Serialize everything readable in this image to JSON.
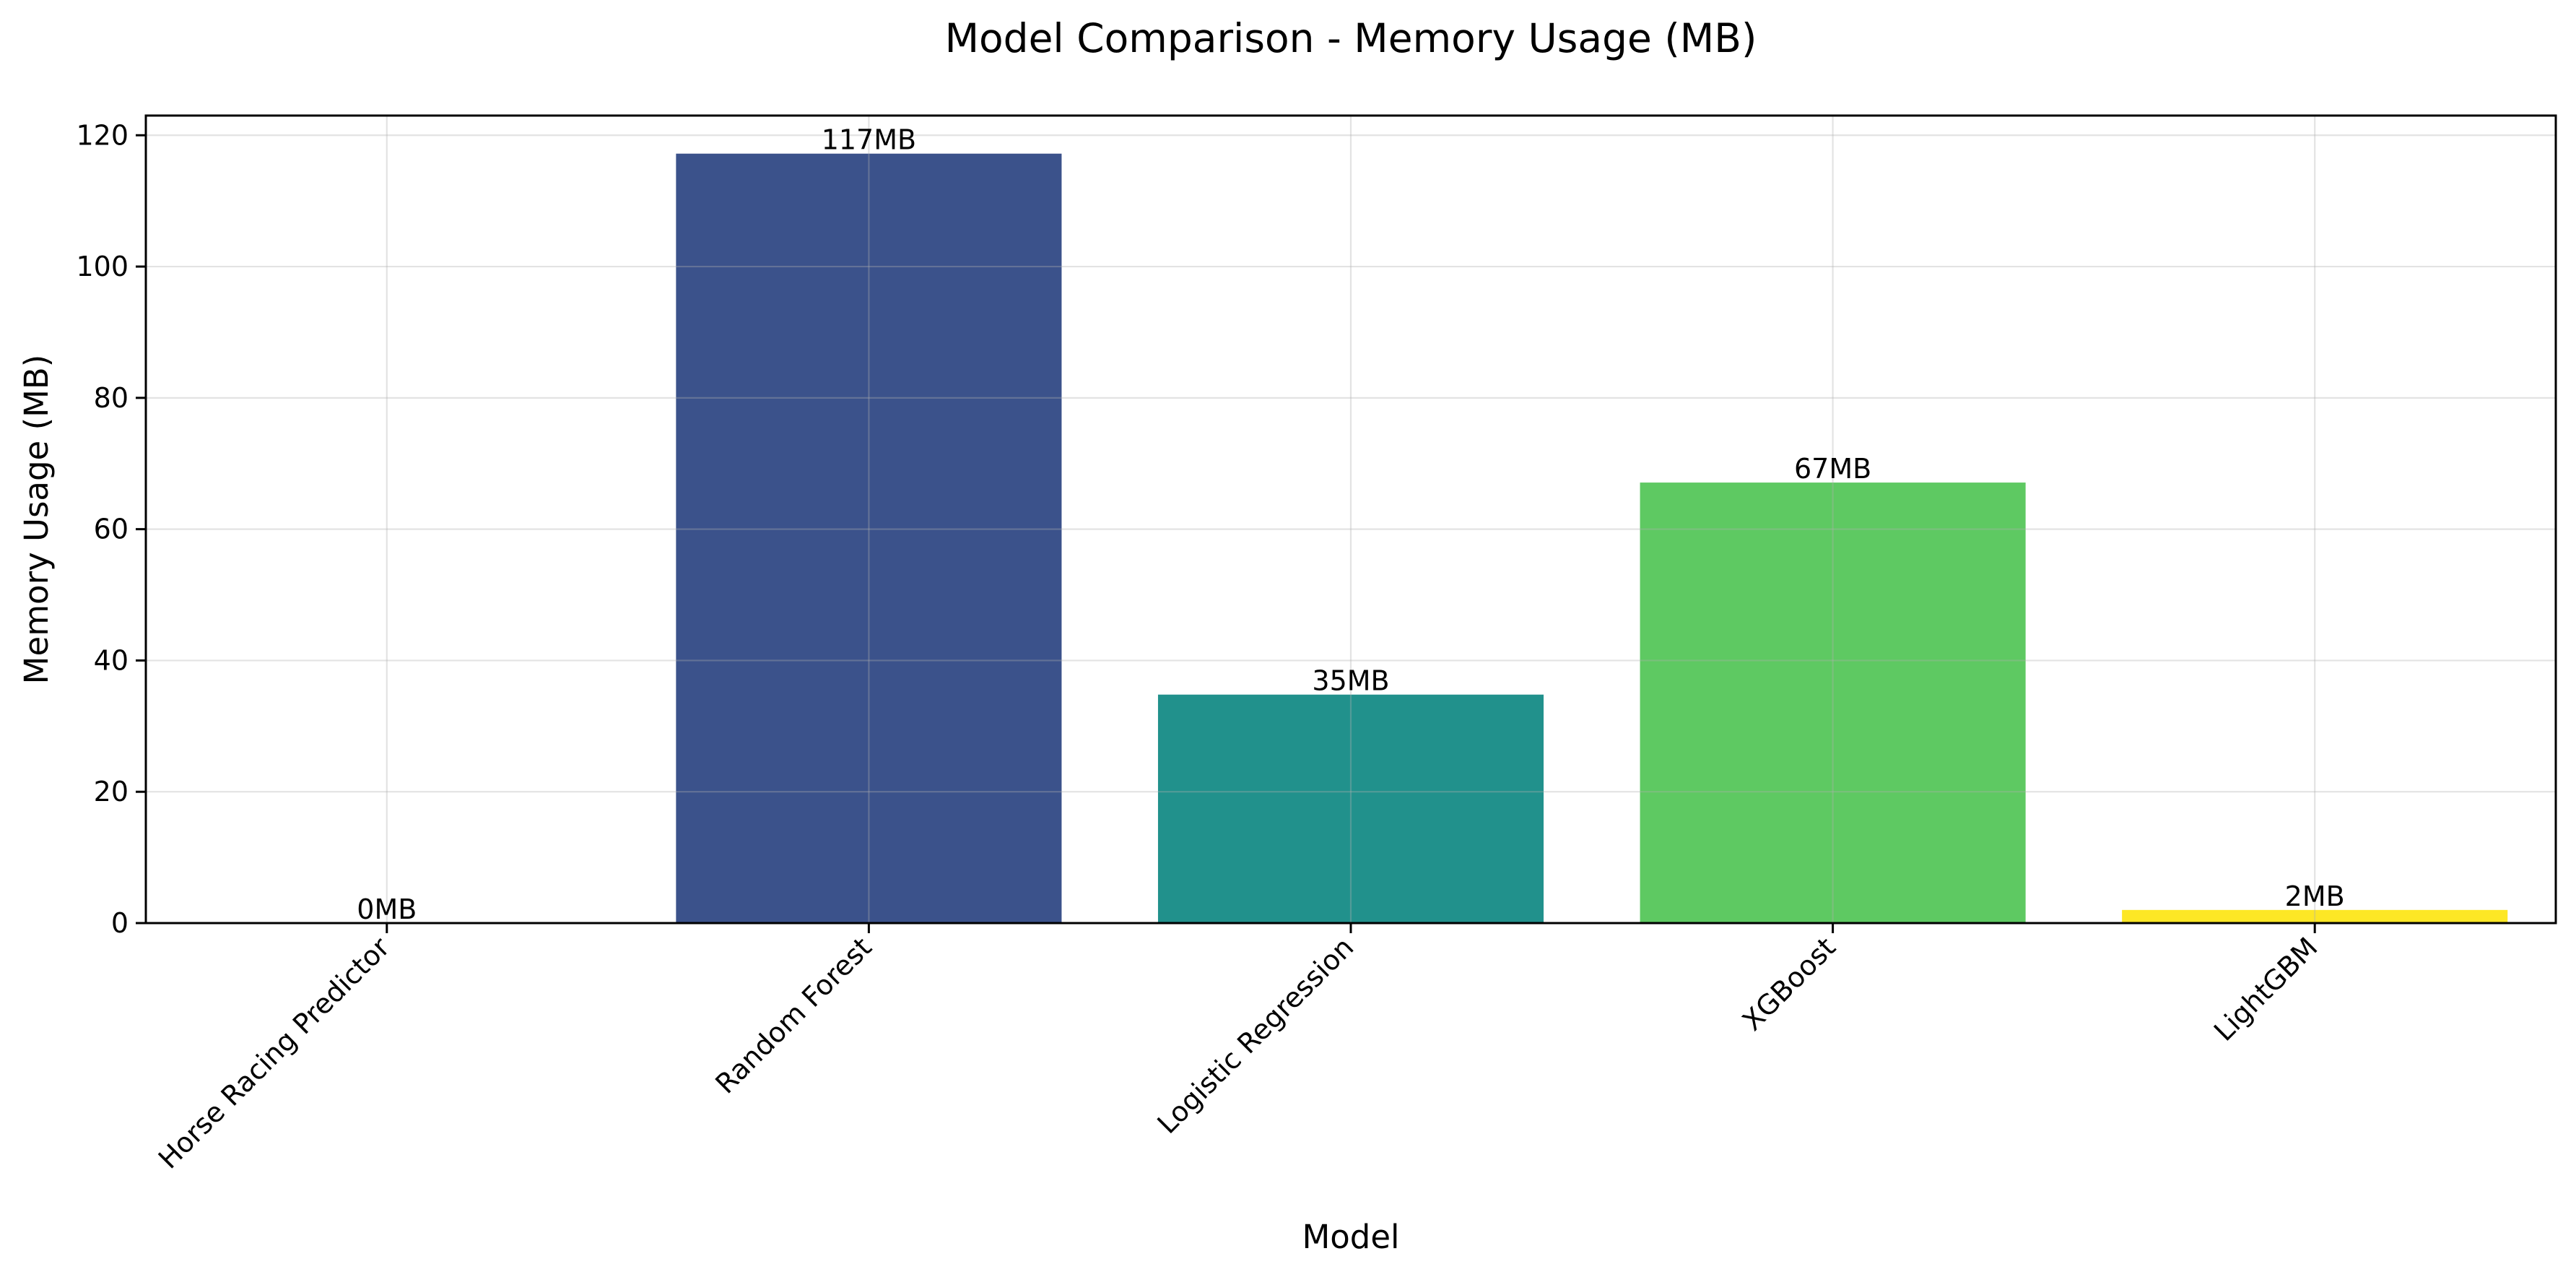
{
  "chart_data": {
    "type": "bar",
    "title": "Model Comparison - Memory Usage (MB)",
    "xlabel": "Model",
    "ylabel": "Memory Usage (MB)",
    "categories": [
      "Horse Racing Predictor",
      "Random Forest",
      "Logistic Regression",
      "XGBoost",
      "LightGBM"
    ],
    "values": [
      0,
      117.2,
      34.8,
      67.1,
      2.0
    ],
    "data_labels": [
      "0MB",
      "117MB",
      "35MB",
      "67MB",
      "2MB"
    ],
    "colors": [
      "#440154",
      "#3b528b",
      "#21918c",
      "#5ec962",
      "#fde725"
    ],
    "ylim": [
      0,
      123
    ],
    "yticks": [
      0,
      20,
      40,
      60,
      80,
      100,
      120
    ],
    "grid": true,
    "legend": "none"
  }
}
